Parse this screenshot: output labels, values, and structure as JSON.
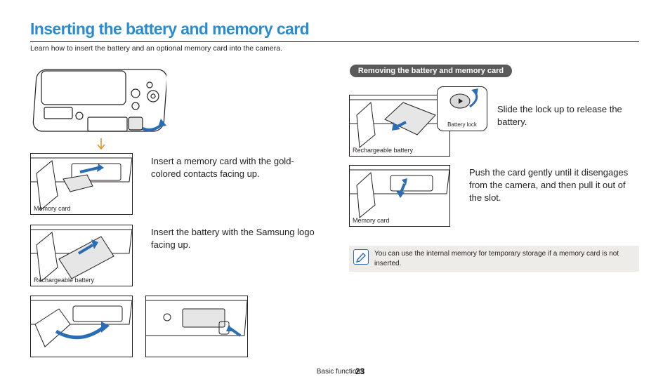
{
  "header": {
    "title": "Inserting the battery and memory card",
    "intro": "Learn how to insert the battery and an optional memory card into the camera."
  },
  "left_column": {
    "steps": [
      {
        "text": "Insert a memory card with the gold-colored contacts facing up.",
        "caption": "Memory card"
      },
      {
        "text": "Insert the battery with the Samsung logo facing up.",
        "caption": "Rechargeable battery"
      }
    ]
  },
  "right_column": {
    "section_label": "Removing the battery and memory card",
    "steps": [
      {
        "text": "Slide the lock up to release the battery.",
        "caption": "Rechargeable battery",
        "callout": "Battery lock"
      },
      {
        "text": "Push the card gently until it disengages from the camera, and then pull it out of the slot.",
        "caption": "Memory card"
      }
    ],
    "note": "You can use the internal memory for temporary storage if a memory card is not inserted."
  },
  "footer": {
    "section": "Basic functions",
    "page_number": "23"
  },
  "icons": [
    "camera-back-illustration",
    "arrow-down-icon",
    "note-pencil-icon"
  ],
  "colors": {
    "title": "#2a8bd0",
    "arrow_blue": "#2a6db4",
    "arrow_orange": "#e88a1a",
    "pill_bg": "#5a5a5a",
    "note_bg": "#eeece8"
  }
}
